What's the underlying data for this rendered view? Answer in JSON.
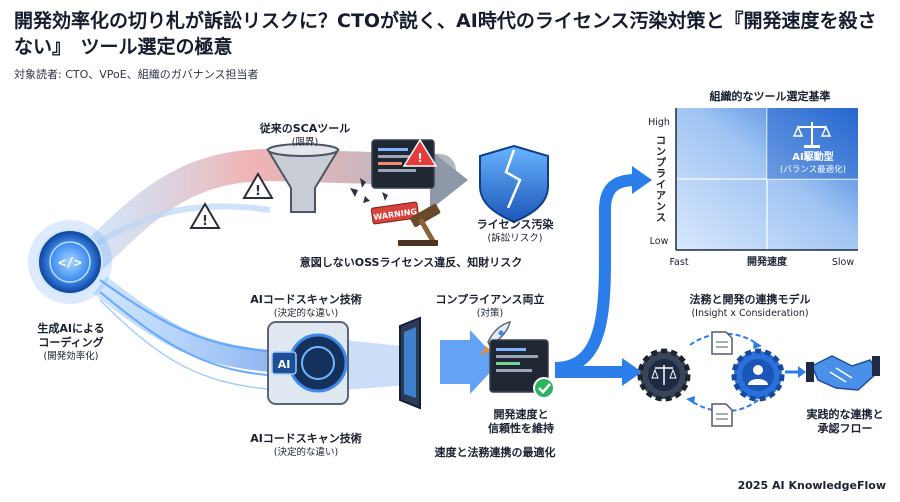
{
  "header": {
    "title": "開発効率化の切り札が訴訟リスクに？CTOが説く、AI時代のライセンス汚染対策と『開発速度を殺さない』　ツール選定の極意",
    "audience": "対象読者: CTO、VPoE、組織のガバナンス担当者"
  },
  "source": {
    "label": "生成AIによる",
    "label2": "コーディング",
    "sub": "(開発効率化)"
  },
  "top_path": {
    "sca_label": "従来のSCAツール",
    "sca_sub": "(限界)",
    "warning_sign": "WARNING",
    "risk_label": "ライセンス汚染",
    "risk_sub": "(訴訟リスク)",
    "caption": "意図しないOSSライセンス違反、知財リスク"
  },
  "bottom_path": {
    "scan_label_top": "AIコードスキャン技術",
    "scan_sub_top": "(決定的な違い)",
    "scan_label_bottom": "AIコードスキャン技術",
    "scan_sub_bottom": "(決定的な違い)",
    "chip_text": "AI",
    "compliance_label": "コンプライアンス両立",
    "compliance_sub": "(対策)",
    "result_label": "開発速度と",
    "result_label2": "信頼性を維持",
    "caption": "速度と法務連携の最適化"
  },
  "matrix": {
    "title": "組織的なツール選定基準",
    "y_axis_label": "コンプライアンス",
    "y_high": "High",
    "y_low": "Low",
    "x_axis_label": "開発速度",
    "x_fast": "Fast",
    "x_slow": "Slow",
    "highlight_label": "AI駆動型",
    "highlight_sub": "(バランス最適化)"
  },
  "collab": {
    "title": "法務と開発の連携モデル",
    "sub": "(Insight x Consideration)",
    "result_label": "実践的な連携と",
    "result_label2": "承認フロー"
  },
  "footer": {
    "copyright": "2025 AI KnowledgeFlow"
  },
  "colors": {
    "accent_blue": "#1e73d8",
    "danger_red": "#d63a3a",
    "dark_navy": "#1f2a44"
  }
}
